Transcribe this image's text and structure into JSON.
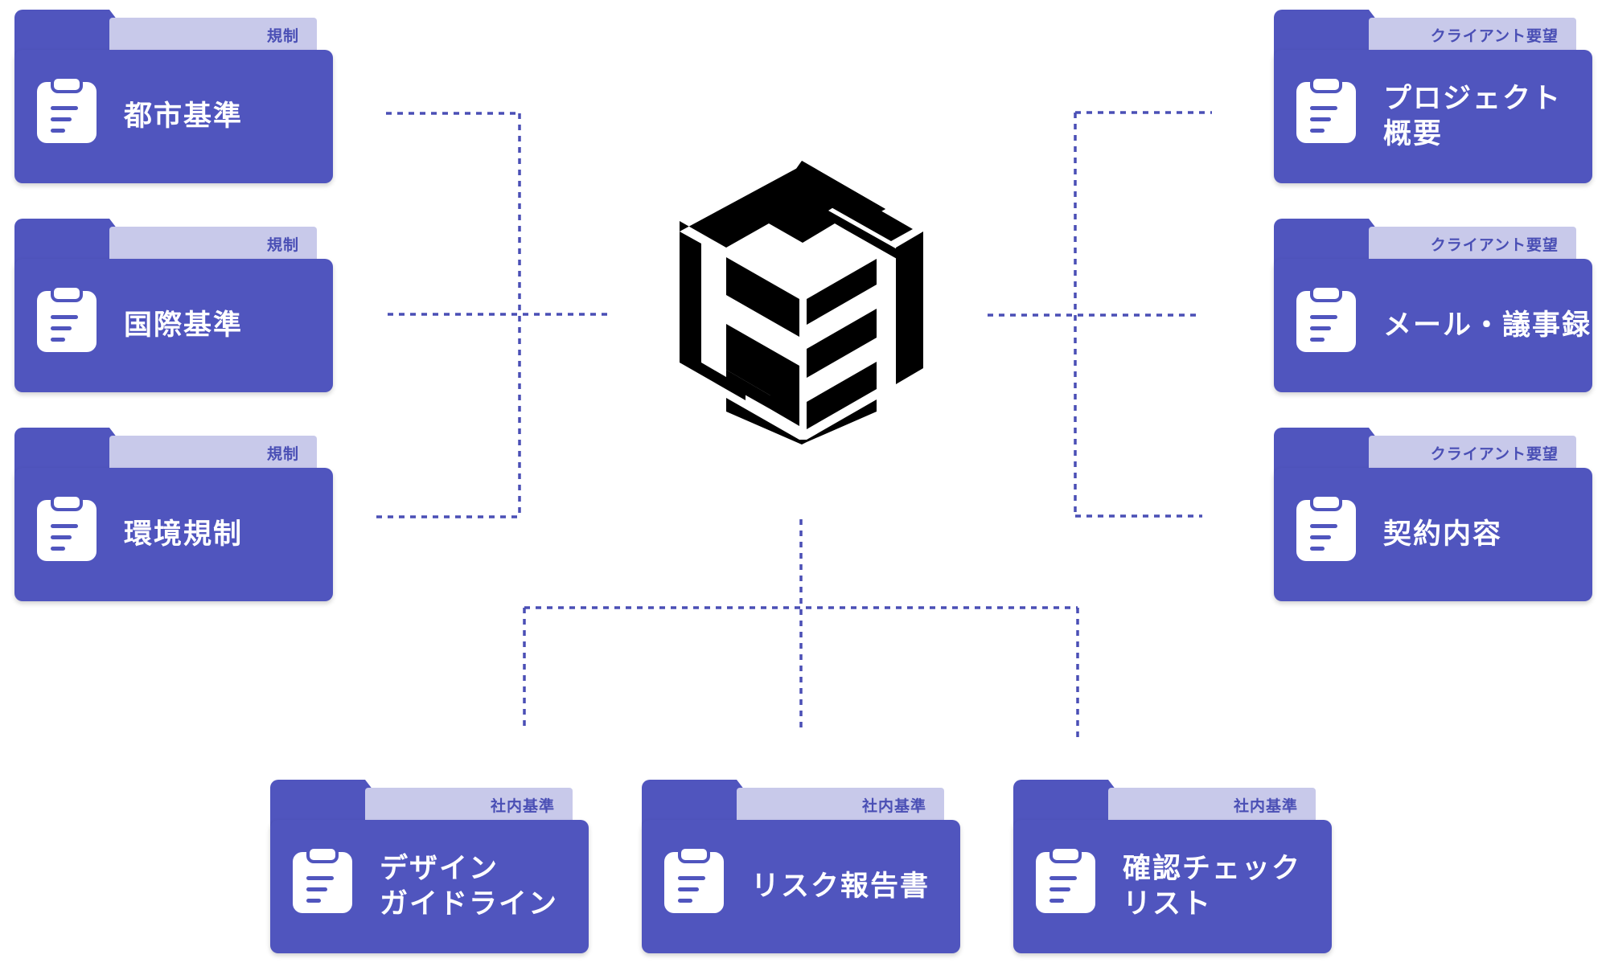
{
  "colors": {
    "folder": "#5055BE",
    "tab": "#C8C9EA",
    "tab_text": "#4A4FB5",
    "connector": "#4A4FB5",
    "logo": "#000000",
    "icon": "#ffffff"
  },
  "center_logo": {
    "icon": "cube-logo-icon"
  },
  "folders": {
    "regulation": [
      {
        "tab": "規制",
        "lines": [
          "都市基準"
        ],
        "icon": "clipboard-icon"
      },
      {
        "tab": "規制",
        "lines": [
          "国際基準"
        ],
        "icon": "clipboard-icon"
      },
      {
        "tab": "規制",
        "lines": [
          "環境規制"
        ],
        "icon": "clipboard-icon"
      }
    ],
    "client": [
      {
        "tab": "クライアント要望",
        "lines": [
          "プロジェクト",
          "概要"
        ],
        "icon": "clipboard-icon"
      },
      {
        "tab": "クライアント要望",
        "lines": [
          "メール・議事録"
        ],
        "icon": "clipboard-icon"
      },
      {
        "tab": "クライアント要望",
        "lines": [
          "契約内容"
        ],
        "icon": "clipboard-icon"
      }
    ],
    "internal": [
      {
        "tab": "社内基準",
        "lines": [
          "デザイン",
          "ガイドライン"
        ],
        "icon": "clipboard-icon"
      },
      {
        "tab": "社内基準",
        "lines": [
          "リスク報告書"
        ],
        "icon": "clipboard-icon"
      },
      {
        "tab": "社内基準",
        "lines": [
          "確認チェック",
          "リスト"
        ],
        "icon": "clipboard-icon"
      }
    ]
  }
}
